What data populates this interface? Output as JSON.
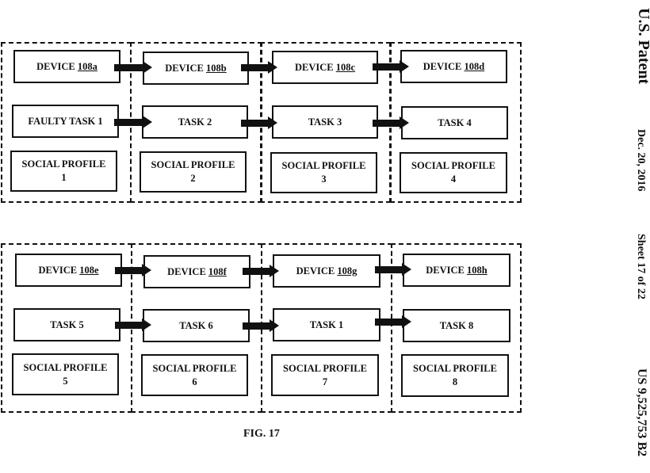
{
  "header": {
    "patent_label": "U.S. Patent",
    "date": "Dec. 20, 2016",
    "sheet": "Sheet 17 of 22",
    "patent_number": "US 9,525,753 B2"
  },
  "figure": {
    "caption": "FIG. 17",
    "rows": [
      {
        "groups": [
          {
            "device_prefix": "DEVICE ",
            "device_ref": "108a",
            "task": "FAULTY TASK 1",
            "profile_line1": "SOCIAL PROFILE",
            "profile_line2": "1"
          },
          {
            "device_prefix": "DEVICE ",
            "device_ref": "108b",
            "task": "TASK 2",
            "profile_line1": "SOCIAL PROFILE",
            "profile_line2": "2"
          },
          {
            "device_prefix": "DEVICE ",
            "device_ref": "108c",
            "task": "TASK 3",
            "profile_line1": "SOCIAL PROFILE",
            "profile_line2": "3"
          },
          {
            "device_prefix": "DEVICE ",
            "device_ref": "108d",
            "task": "TASK 4",
            "profile_line1": "SOCIAL PROFILE",
            "profile_line2": "4"
          }
        ]
      },
      {
        "groups": [
          {
            "device_prefix": "DEVICE ",
            "device_ref": "108e",
            "task": "TASK 5",
            "profile_line1": "SOCIAL PROFILE",
            "profile_line2": "5"
          },
          {
            "device_prefix": "DEVICE ",
            "device_ref": "108f",
            "task": "TASK 6",
            "profile_line1": "SOCIAL PROFILE",
            "profile_line2": "6"
          },
          {
            "device_prefix": "DEVICE ",
            "device_ref": "108g",
            "task": "TASK 1",
            "profile_line1": "SOCIAL PROFILE",
            "profile_line2": "7"
          },
          {
            "device_prefix": "DEVICE ",
            "device_ref": "108h",
            "task": "TASK 8",
            "profile_line1": "SOCIAL PROFILE",
            "profile_line2": "8"
          }
        ]
      }
    ]
  }
}
